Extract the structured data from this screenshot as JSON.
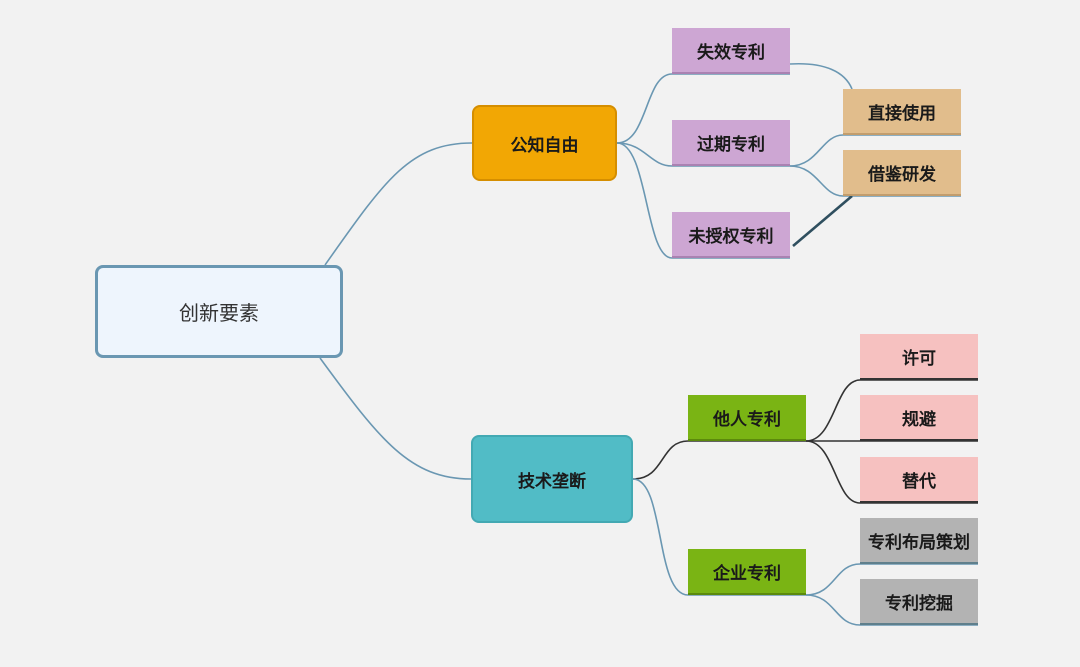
{
  "mindmap": {
    "root": {
      "label": "创新要素"
    },
    "public": {
      "label": "公知自由",
      "children": {
        "shixiao": "失效专利",
        "guoqi": "过期专利",
        "weishouquan": "未授权专利"
      },
      "uses": {
        "zhijie": "直接使用",
        "jiejian": "借鉴研发"
      }
    },
    "tech": {
      "label": "技术垄断",
      "others": {
        "label": "他人专利",
        "children": {
          "xuke": "许可",
          "guibi": "规避",
          "tidai": "替代"
        }
      },
      "company": {
        "label": "企业专利",
        "children": {
          "buju": "专利布局策划",
          "wajue": "专利挖掘"
        }
      }
    }
  },
  "colors": {
    "background": "#f2f2f2",
    "link_blue": "#6a97b2",
    "link_dark": "#333333",
    "root_fill": "#eef5fd",
    "public_fill": "#f2a704",
    "tech_fill": "#51bcc6",
    "purple_fill": "#cda6d3",
    "tan_fill": "#e1bd8c",
    "green_fill": "#7ab414",
    "pink_fill": "#f6c1c0",
    "gray_fill": "#b3b3b3"
  }
}
